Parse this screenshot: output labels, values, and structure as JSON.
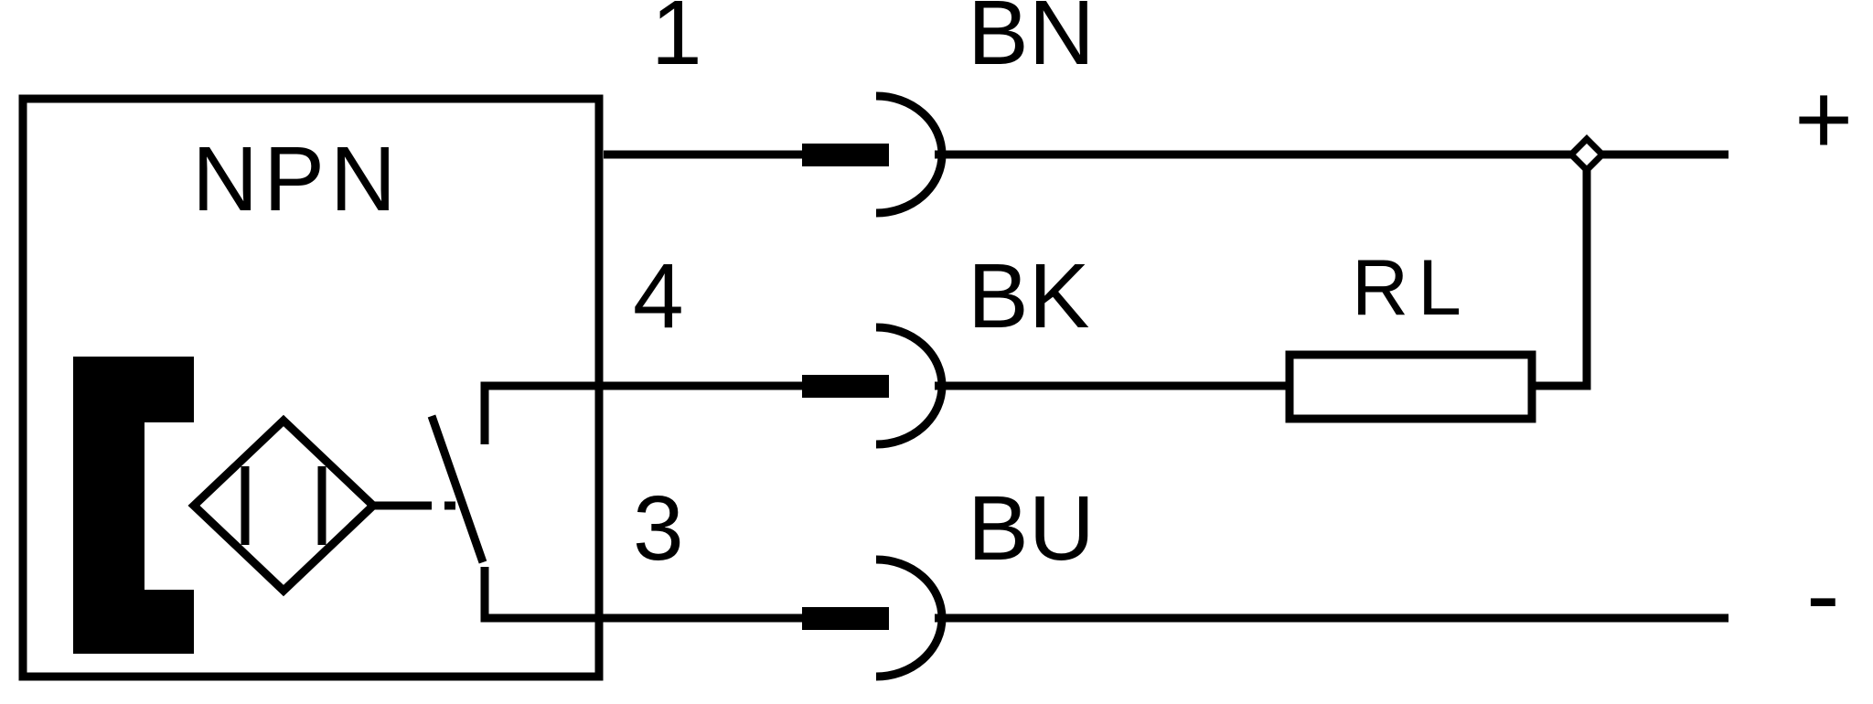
{
  "sensor": {
    "type_label": "NPN"
  },
  "wires": [
    {
      "pin": "1",
      "color": "BN"
    },
    {
      "pin": "4",
      "color": "BK"
    },
    {
      "pin": "3",
      "color": "BU"
    }
  ],
  "load": {
    "label": "RL"
  },
  "supply": {
    "positive": "+",
    "negative": "-"
  }
}
